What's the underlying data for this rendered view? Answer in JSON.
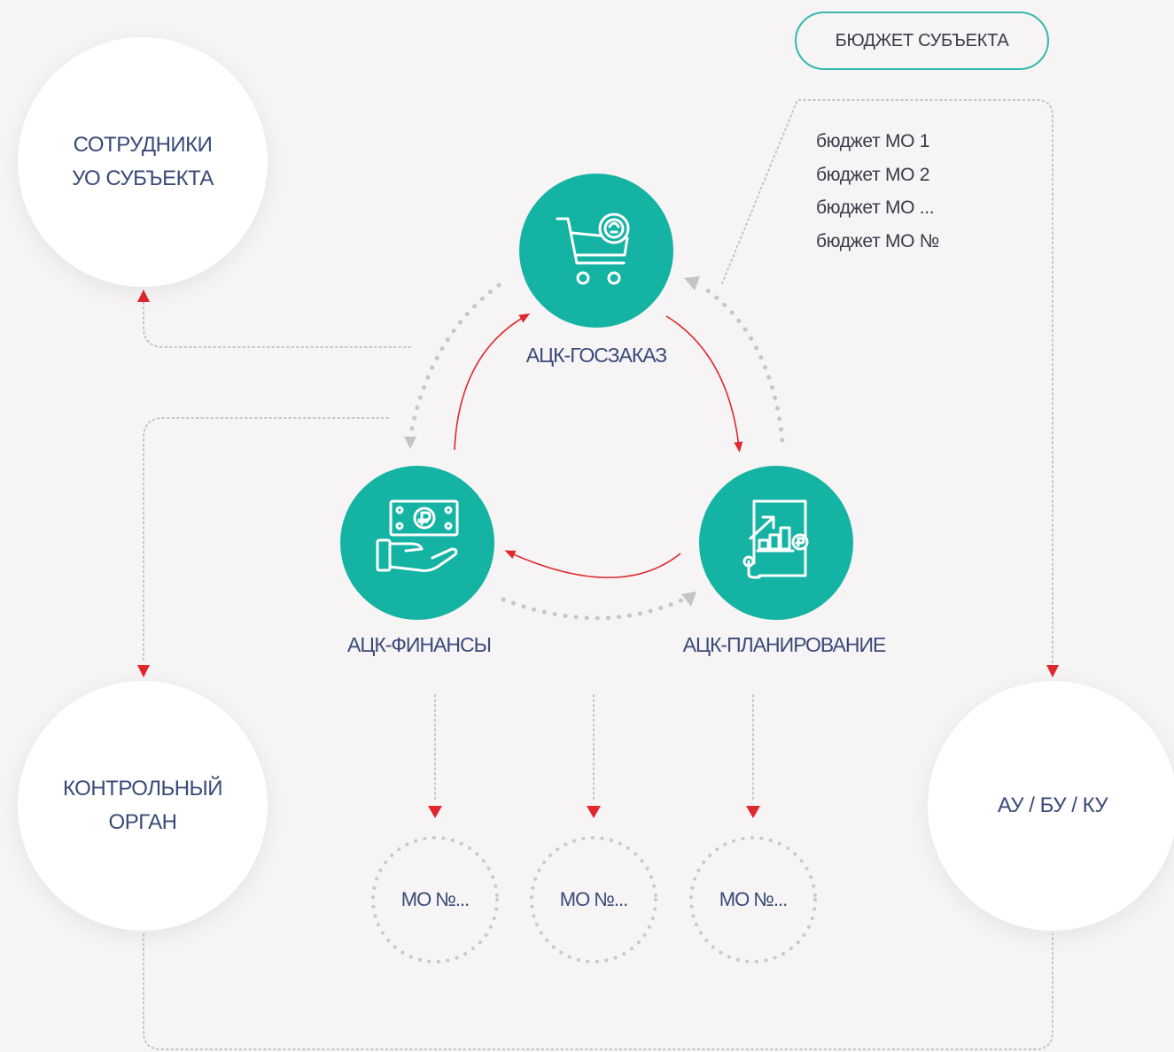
{
  "nodes": {
    "employees": {
      "line1": "СОТРУДНИКИ",
      "line2": "УО СУБЪЕКТА"
    },
    "control": {
      "line1": "КОНТРОЛЬНЫЙ",
      "line2": "ОРГАН"
    },
    "institutions": {
      "label": "АУ / БУ / КУ"
    },
    "goszakaz": {
      "label": "АЦК-ГОСЗАКАЗ",
      "icon": "shopping-cart-with-emblem-icon"
    },
    "finansy": {
      "label": "АЦК-ФИНАНСЫ",
      "icon": "hand-with-ruble-banknote-icon"
    },
    "planirovanie": {
      "label": "АЦК-ПЛАНИРОВАНИЕ",
      "icon": "plan-document-with-growth-chart-icon"
    }
  },
  "budget_subject": {
    "title": "БЮДЖЕТ СУБЪЕКТА",
    "items": [
      "бюджет МО 1",
      "бюджет МО 2",
      "бюджет МО ...",
      "бюджет МО №"
    ]
  },
  "municipalities": [
    "МО №...",
    "МО №...",
    "МО №..."
  ],
  "colors": {
    "background": "#f6f4f4",
    "teal": "#14b3a3",
    "pill_border": "#36b9ab",
    "text": "#3a4a78",
    "arrow_red": "#e0272d",
    "dotted_gray": "#c4c4c4"
  }
}
